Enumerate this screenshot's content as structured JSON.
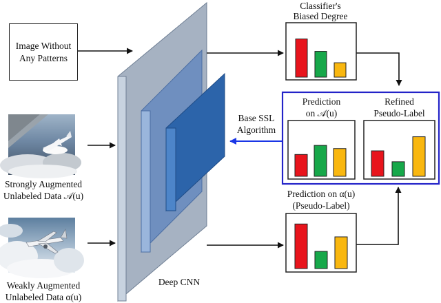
{
  "input_box": {
    "line1": "Image Without",
    "line2": "Any Patterns"
  },
  "strong_label": {
    "line1": "Strongly Augmented",
    "line2": "Unlabeled Data 𝒜(u)"
  },
  "weak_label": {
    "line1": "Weakly Augmented",
    "line2": "Unlabeled Data α(u)"
  },
  "cnn_label": "Deep CNN",
  "ssl_label": {
    "line1": "Base SSL",
    "line2": "Algorithm"
  },
  "bias_title": {
    "line1": "Classifier's",
    "line2": "Biased Degree"
  },
  "pred_strong_title": {
    "line1": "Prediction",
    "line2": "on 𝒜(u)"
  },
  "refined_title": {
    "line1": "Refined",
    "line2": "Pseudo-Label"
  },
  "pred_weak_title": {
    "line1": "Prediction on α(u)",
    "line2": "(Pseudo-Label)"
  },
  "colors": {
    "red": "#e8141c",
    "green": "#17a84a",
    "yellow": "#f9b70f",
    "blue_frame": "#2323c8",
    "ssl_arrow": "#1a36e6"
  },
  "bar_charts": {
    "biased_degree": [
      0.77,
      0.52,
      0.29
    ],
    "prediction_strong": [
      0.48,
      0.68,
      0.61
    ],
    "refined_pseudo_label": [
      0.56,
      0.32,
      0.87
    ],
    "pseudo_label_weak": [
      0.83,
      0.32,
      0.59
    ]
  }
}
